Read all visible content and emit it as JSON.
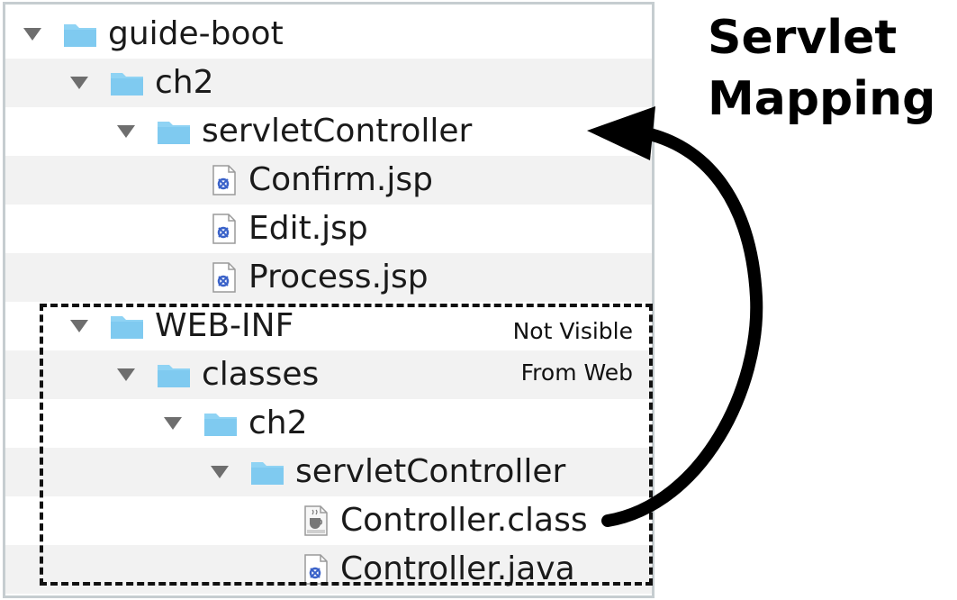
{
  "title": {
    "line1": "Servlet",
    "line2": "Mapping"
  },
  "note": {
    "line1": "Not Visible",
    "line2": "From Web"
  },
  "tree": [
    {
      "name": "guide-boot",
      "type": "folder",
      "expanded": true
    },
    {
      "name": "ch2",
      "type": "folder",
      "expanded": true
    },
    {
      "name": "servletController",
      "type": "folder",
      "expanded": true
    },
    {
      "name": "Confirm.jsp",
      "type": "jsp-file"
    },
    {
      "name": "Edit.jsp",
      "type": "jsp-file"
    },
    {
      "name": "Process.jsp",
      "type": "jsp-file"
    },
    {
      "name": "WEB-INF",
      "type": "folder",
      "expanded": true
    },
    {
      "name": "classes",
      "type": "folder",
      "expanded": true
    },
    {
      "name": "ch2",
      "type": "folder",
      "expanded": true
    },
    {
      "name": "servletController",
      "type": "folder",
      "expanded": true
    },
    {
      "name": "Controller.class",
      "type": "class-file"
    },
    {
      "name": "Controller.java",
      "type": "java-file"
    }
  ],
  "colors": {
    "folder": "#8fd3f4",
    "arrow": "#000000",
    "disclosure": "#6e6e6e",
    "row_shade": "#f2f2f2"
  }
}
